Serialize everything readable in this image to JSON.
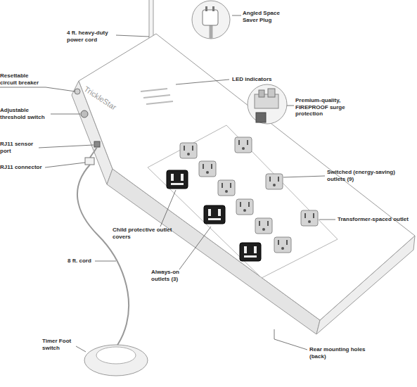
{
  "diagram": {
    "labels": [
      "4 ft. heavy-duty power cord",
      "Angled Space Saver Plug",
      "Resettable circuit breaker",
      "LED indicators",
      "Adjustable threshold switch",
      "Premium-quality, FIREPROOF surge protection",
      "RJ11 sensor port",
      "RJ11 connector",
      "Switched (energy-saving) outlets (9)",
      "Child protective outlet covers",
      "Transformer-spaced outlet",
      "8 ft. cord",
      "Always-on outlets (3)",
      "Timer Foot switch",
      "Rear mounting holes (back)",
      "TrickleStar"
    ]
  }
}
